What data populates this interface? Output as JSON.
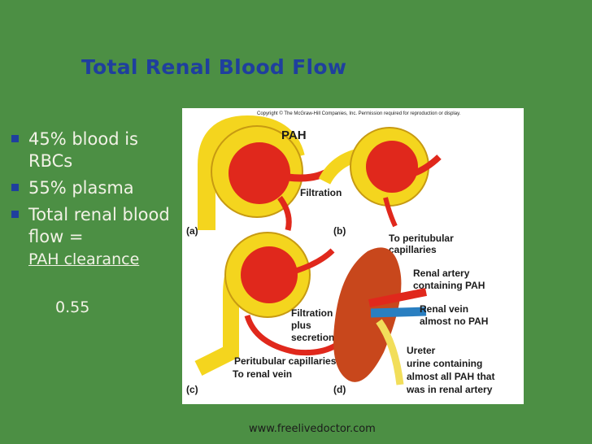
{
  "slide": {
    "title": "Total Renal Blood Flow",
    "bullets": [
      {
        "text": "45% blood is RBCs"
      },
      {
        "text": "55% plasma"
      },
      {
        "text": "Total renal blood flow =",
        "underlined": "PAH clearance"
      }
    ],
    "value": "0.55",
    "footer": "www.freelivedoctor.com"
  },
  "figure": {
    "copyright": "Copyright © The McGraw-Hill Companies, Inc. Permission required for reproduction or display.",
    "panel_labels": {
      "a": "(a)",
      "b": "(b)",
      "c": "(c)",
      "d": "(d)"
    },
    "labels": {
      "pah": "PAH",
      "filtration": "Filtration",
      "to_peritubular": [
        "To peritubular",
        "capillaries"
      ],
      "renal_artery": [
        "Renal artery",
        "containing PAH"
      ],
      "renal_vein": [
        "Renal vein",
        "almost no PAH"
      ],
      "filtration_secretion": [
        "Filtration",
        "plus",
        "secretion"
      ],
      "peritubular_capillaries": "Peritubular capillaries",
      "to_renal_vein": "To renal vein",
      "ureter": [
        "Ureter",
        "urine containing",
        "almost all PAH that",
        "was in renal artery"
      ]
    },
    "colors": {
      "capsule": "#f4d51e",
      "capsule_edge": "#c79a12",
      "vessel": "#e0281c",
      "kidney": "#c8471c",
      "vein": "#2a7fc1",
      "ureter": "#f2de5a"
    }
  }
}
